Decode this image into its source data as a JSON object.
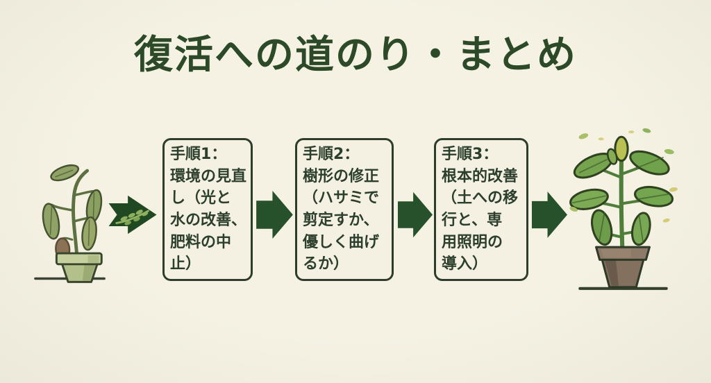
{
  "page": {
    "title": "復活への道のり・まとめ"
  },
  "colors": {
    "background": "#f3f0e2",
    "title_green": "#2c4a27",
    "arrow_green": "#26512b",
    "leaf_arrow_green": "#1f4823",
    "box_border": "#2e3c2b",
    "box_text": "#2c3e2c",
    "wilted_leaf": "#90a265",
    "wilted_pot": "#b4c08c",
    "healthy_leaf": "#76a44e",
    "healthy_pot": "#83705f"
  },
  "flow": {
    "start_illustration": "wilted-plant-icon",
    "end_illustration": "healthy-plant-icon",
    "steps": [
      {
        "id": 1,
        "label": "手順1：\n環境の見直\nし（光と\n水の改善、\n肥料の中\n止）"
      },
      {
        "id": 2,
        "label": "手順2：\n樹形の修正\n（ハサミで\n剪定すか、\n優しく曲げ\nるか）"
      },
      {
        "id": 3,
        "label": "手順3：\n根本的改善\n（土への移\n行と、専\n用照明の\n導入）"
      }
    ],
    "connectors": [
      {
        "icon": "leaf-arrow-icon"
      },
      {
        "icon": "block-arrow-icon"
      },
      {
        "icon": "block-arrow-icon"
      },
      {
        "icon": "block-arrow-icon"
      }
    ]
  }
}
